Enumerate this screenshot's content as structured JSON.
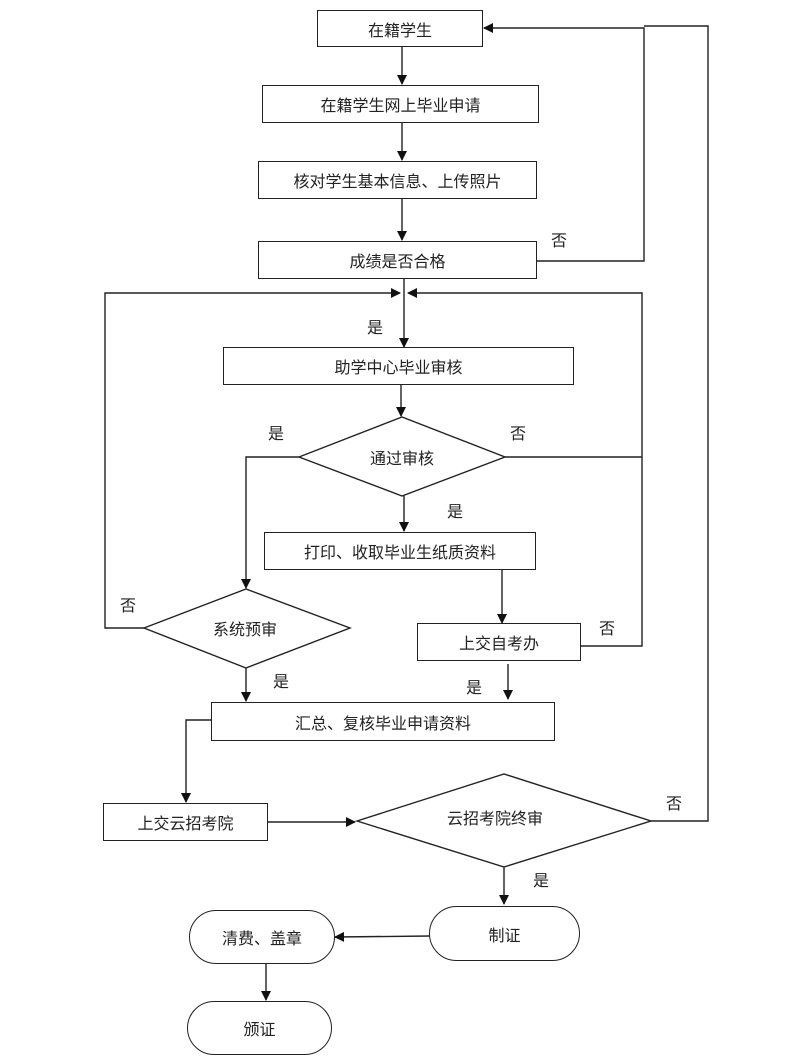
{
  "diagram": {
    "nodes": {
      "enrolled": "在籍学生",
      "online_apply": "在籍学生网上毕业申请",
      "verify_info": "核对学生基本信息、上传照片",
      "grades_pass": "成绩是否合格",
      "center_review": "助学中心毕业审核",
      "pass_review": "通过审核",
      "print_collect": "打印、收取毕业生纸质资料",
      "system_precheck": "系统预审",
      "submit_exam_office": "上交自考办",
      "summarize": "汇总、复核毕业申请资料",
      "submit_yunzhao": "上交云招考院",
      "yunzhao_final": "云招考院终审",
      "make_cert": "制证",
      "fee_stamp": "清费、盖章",
      "issue_cert": "颁证"
    },
    "labels": {
      "yes": "是",
      "no": "否"
    }
  }
}
